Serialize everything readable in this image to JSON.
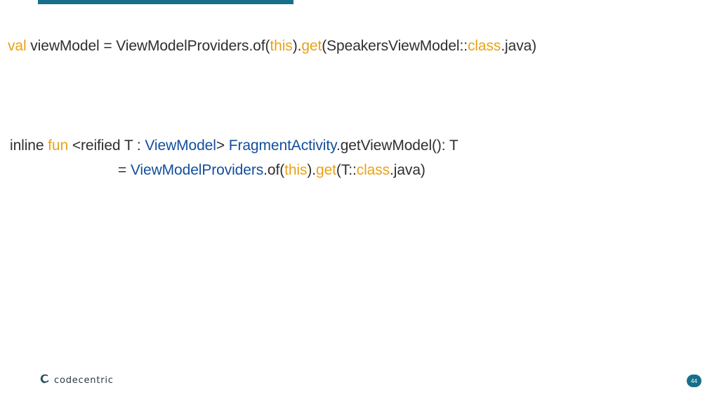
{
  "colors": {
    "accent": "#16708a",
    "keyword": "#e8a317",
    "type": "#124e9c",
    "text": "#2f2f2f"
  },
  "code": {
    "line1": [
      {
        "t": "val",
        "c": "kw"
      },
      {
        "t": " viewModel = ViewModelProviders.of(",
        "c": "pl"
      },
      {
        "t": "this",
        "c": "kw"
      },
      {
        "t": ").",
        "c": "pl"
      },
      {
        "t": "get",
        "c": "kw"
      },
      {
        "t": "(SpeakersViewModel::",
        "c": "pl"
      },
      {
        "t": "class",
        "c": "kw"
      },
      {
        "t": ".java)",
        "c": "pl"
      }
    ],
    "line2": [
      {
        "t": "inline ",
        "c": "pl"
      },
      {
        "t": "fun",
        "c": "kw"
      },
      {
        "t": " <reified T : ",
        "c": "pl"
      },
      {
        "t": "ViewModel",
        "c": "ty"
      },
      {
        "t": "> ",
        "c": "pl"
      },
      {
        "t": "FragmentActivity",
        "c": "ty"
      },
      {
        "t": ".getViewModel(): T",
        "c": "pl"
      }
    ],
    "line3": [
      {
        "t": "= ",
        "c": "pl"
      },
      {
        "t": "ViewModelProviders",
        "c": "ty"
      },
      {
        "t": ".of(",
        "c": "pl"
      },
      {
        "t": "this",
        "c": "kw"
      },
      {
        "t": ").",
        "c": "pl"
      },
      {
        "t": "get",
        "c": "kw"
      },
      {
        "t": "(T::",
        "c": "pl"
      },
      {
        "t": "class",
        "c": "kw"
      },
      {
        "t": ".java)",
        "c": "pl"
      }
    ]
  },
  "footer": {
    "logo_text": "codecentric",
    "logo_icon": "codecentric-logo-icon",
    "page_number": "44"
  }
}
